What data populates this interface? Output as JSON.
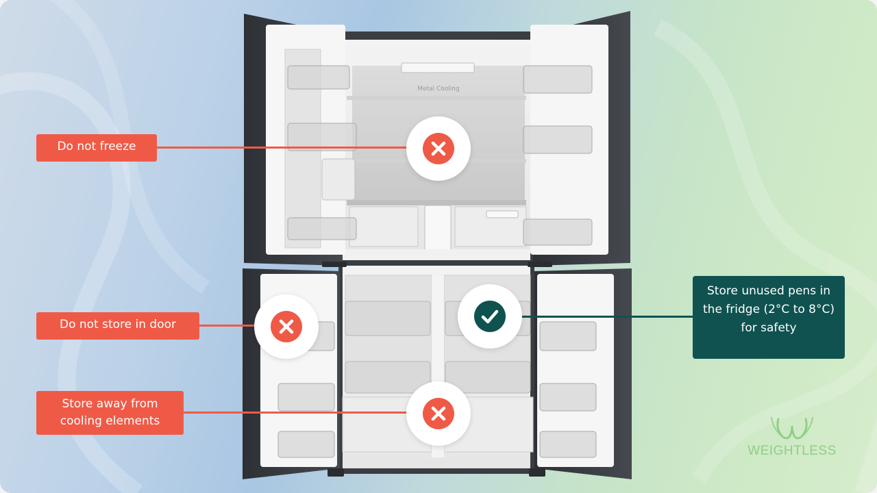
{
  "labels": {
    "freeze": "Do not freeze",
    "door": "Do not store in door",
    "cooling": "Store away from cooling elements",
    "store": "Store unused pens in the fridge (2°C to 8°C) for safety"
  },
  "markers": {
    "freeze": "cross-icon",
    "door": "cross-icon",
    "cooling": "cross-icon",
    "store": "check-icon"
  },
  "logo": {
    "text": "WEIGHTLESS",
    "icon": "weightless-logo-icon"
  },
  "colors": {
    "warning": "#ef5a47",
    "recommend": "#0f5250",
    "logo": "#8fcf86"
  }
}
